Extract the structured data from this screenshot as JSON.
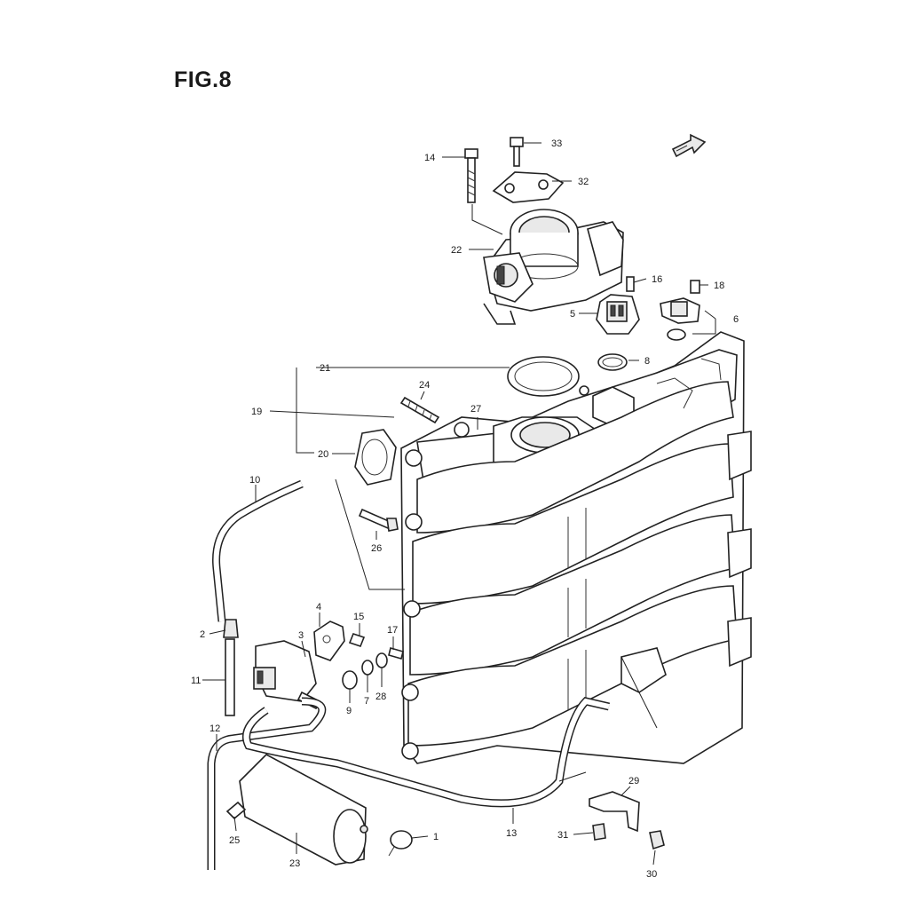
{
  "figure": {
    "title": "FIG.8"
  },
  "callouts": [
    {
      "id": "c33",
      "label": "33"
    },
    {
      "id": "c14",
      "label": "14"
    },
    {
      "id": "c32",
      "label": "32"
    },
    {
      "id": "c22",
      "label": "22"
    },
    {
      "id": "c16",
      "label": "16"
    },
    {
      "id": "c18",
      "label": "18"
    },
    {
      "id": "c5",
      "label": "5"
    },
    {
      "id": "c6",
      "label": "6"
    },
    {
      "id": "c8",
      "label": "8"
    },
    {
      "id": "c21",
      "label": "21"
    },
    {
      "id": "c24",
      "label": "24"
    },
    {
      "id": "c19",
      "label": "19"
    },
    {
      "id": "c27",
      "label": "27"
    },
    {
      "id": "c20",
      "label": "20"
    },
    {
      "id": "c10",
      "label": "10"
    },
    {
      "id": "c26",
      "label": "26"
    },
    {
      "id": "c4",
      "label": "4"
    },
    {
      "id": "c15",
      "label": "15"
    },
    {
      "id": "c2",
      "label": "2"
    },
    {
      "id": "c3",
      "label": "3"
    },
    {
      "id": "c17",
      "label": "17"
    },
    {
      "id": "c11",
      "label": "11"
    },
    {
      "id": "c9",
      "label": "9"
    },
    {
      "id": "c7",
      "label": "7"
    },
    {
      "id": "c28",
      "label": "28"
    },
    {
      "id": "c12",
      "label": "12"
    },
    {
      "id": "c29",
      "label": "29"
    },
    {
      "id": "c25",
      "label": "25"
    },
    {
      "id": "c1",
      "label": "1"
    },
    {
      "id": "c13",
      "label": "13"
    },
    {
      "id": "c31",
      "label": "31"
    },
    {
      "id": "c23",
      "label": "23"
    },
    {
      "id": "c30",
      "label": "30"
    }
  ]
}
